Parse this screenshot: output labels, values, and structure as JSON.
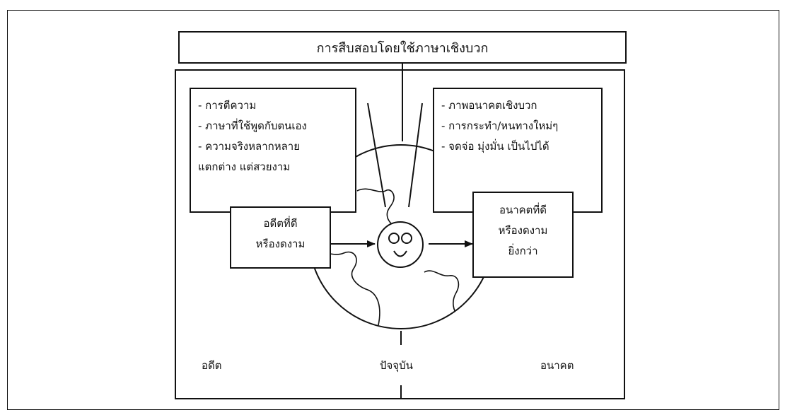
{
  "title": "การสืบสอบโดยใช้ภาษาเชิงบวก",
  "left_box": {
    "lines": [
      "- การตีความ",
      "- ภาษาที่ใช้พูดกับตนเอง",
      "- ความจริงหลากหลาย",
      "แตกต่าง แต่สวยงาม"
    ]
  },
  "right_box": {
    "lines": [
      "- ภาพอนาคตเชิงบวก",
      "- การกระทำ/หนทางใหม่ๆ",
      "- จดจ่อ มุ่งมั่น เป็นไปได้"
    ]
  },
  "past_box": {
    "lines": [
      "อดีตที่ดี",
      "หรืองดงาม"
    ]
  },
  "future_box": {
    "lines": [
      "อนาคตที่ดี",
      "หรืองดงาม",
      "ยิ่งกว่า"
    ]
  },
  "timeline": {
    "past": "อดีต",
    "present": "ปัจจุบัน",
    "future": "อนาคต"
  },
  "face_icon": "smiley-face-icon"
}
